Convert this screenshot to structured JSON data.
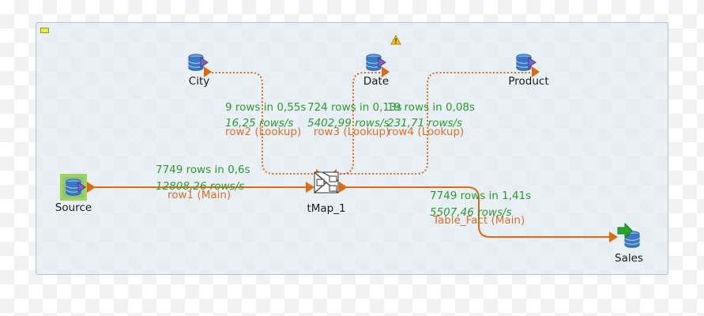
{
  "components": {
    "city": {
      "label": "City"
    },
    "date": {
      "label": "Date"
    },
    "product": {
      "label": "Product"
    },
    "source": {
      "label": "Source"
    },
    "tmap": {
      "label": "tMap_1"
    },
    "sales": {
      "label": "Sales"
    }
  },
  "connections": {
    "row1": {
      "name": "row1 (Main)",
      "rows": "7749 rows in 0,6s",
      "rate": "12808,26 rows/s"
    },
    "row2": {
      "name": "row2 (Lookup)",
      "rows": "9 rows in 0,55s",
      "rate": "16,25 rows/s"
    },
    "row3": {
      "name": "row3 (Lookup)",
      "rows": "724 rows in 0,13s",
      "rate": "5402,99 rows/s"
    },
    "row4": {
      "name": "row4 (Lookup)",
      "rows": "19 rows in 0,08s",
      "rate": "231,71 rows/s"
    },
    "table_fact": {
      "name": "Table_Fact (Main)",
      "rows": "7749 rows in 1,41s",
      "rate": "5507,46 rows/s"
    }
  },
  "icons": {
    "db_input": "database-input-icon",
    "db_output": "database-output-icon",
    "tmap": "tmap-icon",
    "warning": "warning-icon"
  },
  "colors": {
    "flow_line": "#e06a10",
    "stats_text": "#2f9a2f",
    "flow_label": "#d9702a",
    "db_blue": "#3a78c2",
    "arrow_purple": "#7b63c8",
    "output_green": "#2aa52a",
    "subjob_bg": "#e1ecf2"
  }
}
